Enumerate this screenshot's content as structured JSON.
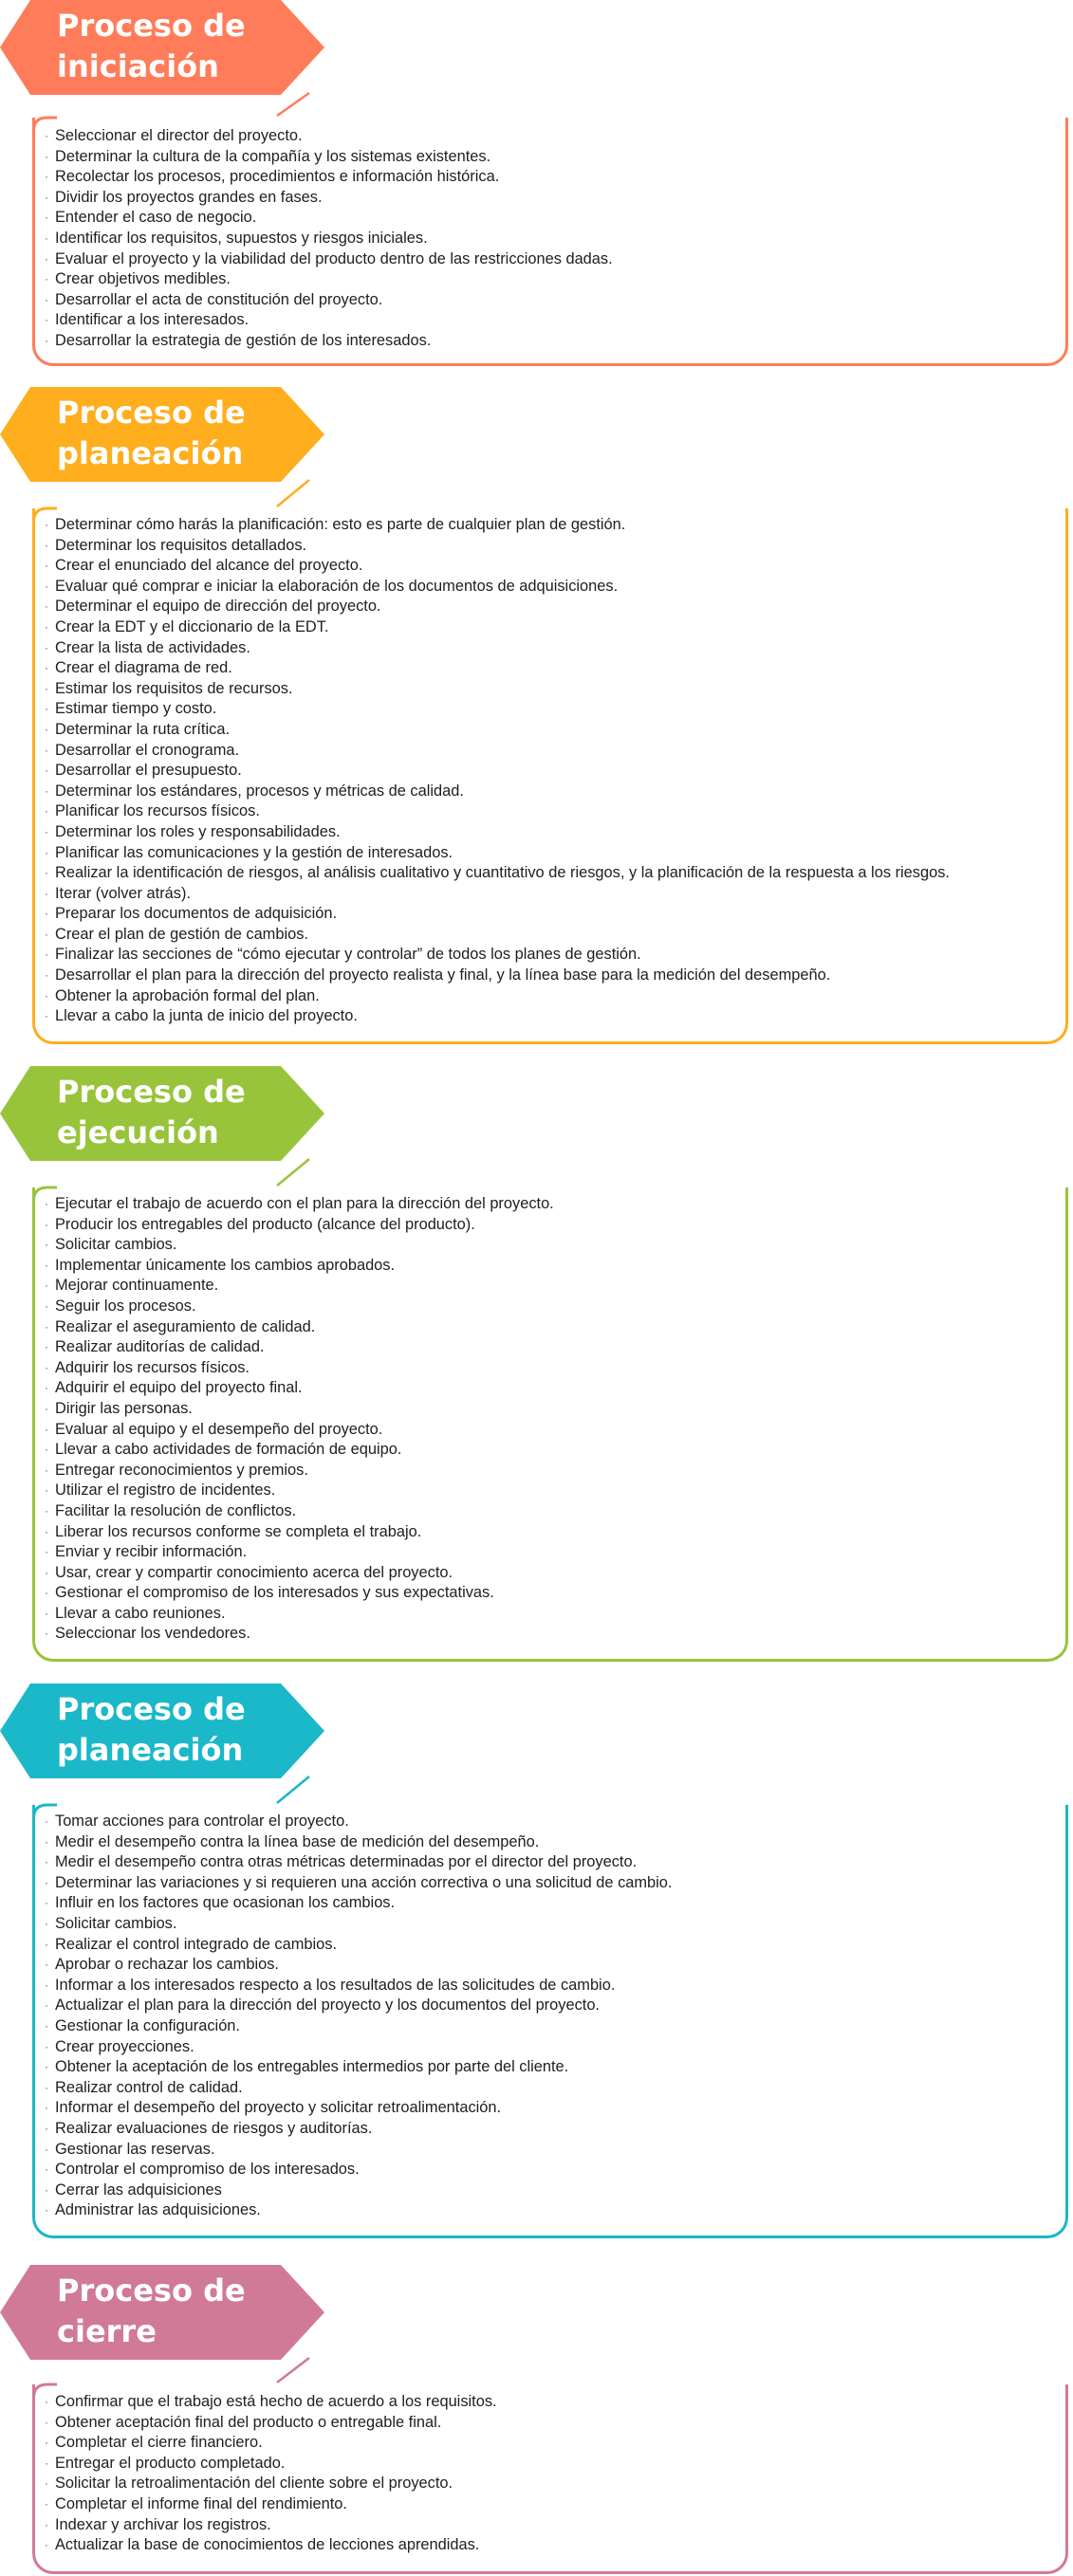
{
  "sections": [
    {
      "title": "Proceso de\niniciación",
      "color": "#ff7c5a",
      "items": [
        "Seleccionar el director del proyecto.",
        "Determinar la cultura de la compañía y los sistemas existentes.",
        "Recolectar los procesos, procedimientos e información histórica.",
        "Dividir los proyectos grandes en fases.",
        "Entender el caso de negocio.",
        "Identificar los requisitos, supuestos y riesgos iniciales.",
        "Evaluar el proyecto y la viabilidad del producto dentro de las restricciones dadas.",
        "Crear objetivos medibles.",
        "Desarrollar el acta de constitución del proyecto.",
        "Identificar a los interesados.",
        "Desarrollar la estrategia de gestión de los interesados."
      ]
    },
    {
      "title": "Proceso de\nplaneación",
      "color": "#ffae1e",
      "items": [
        "Determinar cómo harás la planificación: esto es parte de cualquier plan de gestión.",
        "Determinar los requisitos detallados.",
        "Crear el enunciado del alcance del proyecto.",
        "Evaluar qué comprar e iniciar la elaboración de los documentos de adquisiciones.",
        "Determinar el equipo de dirección del proyecto.",
        "Crear la EDT y el diccionario de la EDT.",
        "Crear la lista de actividades.",
        "Crear el diagrama de red.",
        "Estimar los requisitos de recursos.",
        "Estimar tiempo y costo.",
        "Determinar la ruta crítica.",
        "Desarrollar el cronograma.",
        "Desarrollar el presupuesto.",
        "Determinar los estándares, procesos y métricas de calidad.",
        "Planificar los recursos físicos.",
        "Determinar los roles y responsabilidades.",
        "Planificar las comunicaciones y la gestión de interesados.",
        "Realizar la identificación de riesgos, al análisis cualitativo y cuantitativo de riesgos, y la planificación de la respuesta a los riesgos.",
        "Iterar (volver atrás).",
        "Preparar los documentos de adquisición.",
        "Crear el plan de gestión de cambios.",
        "Finalizar las secciones de “cómo ejecutar y controlar” de todos los planes de gestión.",
        "Desarrollar el plan para la dirección del proyecto realista y final, y la línea base para la medición del desempeño.",
        "Obtener la aprobación formal del plan.",
        "Llevar a cabo la junta de inicio del proyecto."
      ]
    },
    {
      "title": "Proceso de\nejecución",
      "color": "#98c43c",
      "items": [
        "Ejecutar el trabajo de acuerdo con el plan para la dirección del proyecto.",
        "Producir los entregables del producto (alcance del producto).",
        "Solicitar cambios.",
        "Implementar únicamente los cambios aprobados.",
        "Mejorar continuamente.",
        "Seguir los procesos.",
        "Realizar el aseguramiento de calidad.",
        "Realizar auditorías de calidad.",
        "Adquirir los recursos físicos.",
        "Adquirir el equipo del proyecto final.",
        "Dirigir las personas.",
        "Evaluar al equipo y el desempeño del proyecto.",
        "Llevar a cabo actividades de formación de equipo.",
        "Entregar reconocimientos y premios.",
        "Utilizar el registro de incidentes.",
        "Facilitar la resolución de conflictos.",
        "Liberar los recursos conforme se completa el trabajo.",
        "Enviar y recibir información.",
        "Usar, crear y compartir conocimiento acerca del proyecto.",
        "Gestionar el compromiso de los interesados y sus expectativas.",
        "Llevar a cabo reuniones.",
        "Seleccionar los vendedores."
      ]
    },
    {
      "title": "Proceso de\nplaneación",
      "color": "#1ab8c8",
      "items": [
        "Tomar acciones para controlar el proyecto.",
        "Medir el desempeño contra la línea base de medición del desempeño.",
        "Medir el desempeño contra otras métricas determinadas por el director del proyecto.",
        "Determinar las variaciones y si requieren una acción correctiva o una solicitud de cambio.",
        "Influir en los factores que ocasionan los cambios.",
        "Solicitar cambios.",
        "Realizar el control integrado de cambios.",
        "Aprobar o rechazar los cambios.",
        "Informar a los interesados respecto a los resultados de las solicitudes de cambio.",
        "Actualizar el plan para la dirección del proyecto y los documentos del proyecto.",
        "Gestionar la configuración.",
        "Crear proyecciones.",
        "Obtener la aceptación de los entregables intermedios por parte del cliente.",
        "Realizar control de calidad.",
        "Informar el desempeño del proyecto y solicitar retroalimentación.",
        "Realizar evaluaciones de riesgos y auditorías.",
        "Gestionar las reservas.",
        "Controlar el compromiso de los interesados.",
        "Cerrar las adquisiciones",
        "Administrar las adquisiciones."
      ]
    },
    {
      "title": "Proceso de\ncierre",
      "color": "#d07a98",
      "items": [
        "Confirmar que el trabajo está hecho de acuerdo a los requisitos.",
        "Obtener aceptación final del producto o entregable final.",
        "Completar el cierre financiero.",
        "Entregar el producto completado.",
        "Solicitar la retroalimentación del cliente sobre el proyecto.",
        "Completar el informe final del rendimiento.",
        "Indexar y archivar los registros.",
        "Actualizar la base de conocimientos de lecciones aprendidas."
      ]
    }
  ]
}
